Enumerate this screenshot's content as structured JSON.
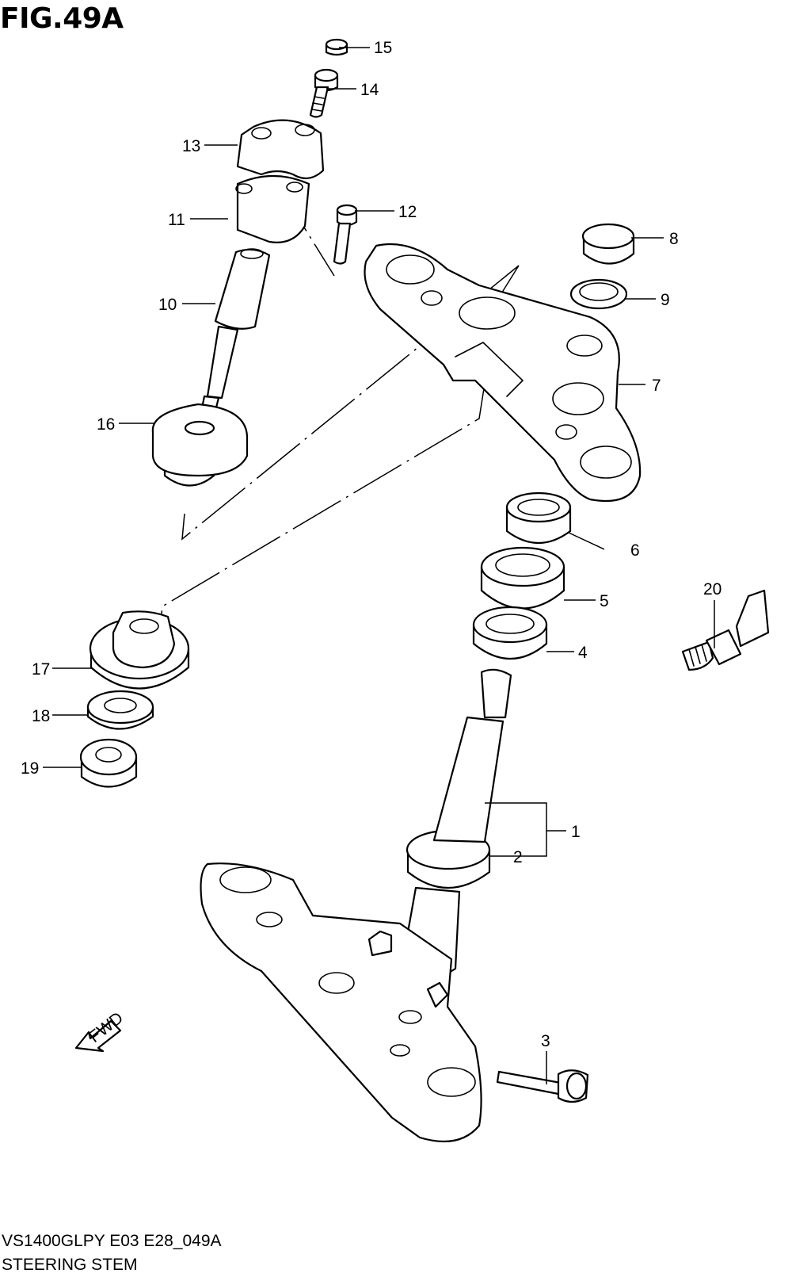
{
  "figure": {
    "title": "FIG.49A",
    "code": "VS1400GLPY E03 E28_049A",
    "name": "STEERING STEM"
  },
  "fwd_label": "FWD",
  "callouts": {
    "c1": "1",
    "c2": "2",
    "c3": "3",
    "c4": "4",
    "c5": "5",
    "c6": "6",
    "c7": "7",
    "c8": "8",
    "c9": "9",
    "c10": "10",
    "c11": "11",
    "c12": "12",
    "c13": "13",
    "c14": "14",
    "c15": "15",
    "c16": "16",
    "c17": "17",
    "c18": "18",
    "c19": "19",
    "c20": "20"
  }
}
